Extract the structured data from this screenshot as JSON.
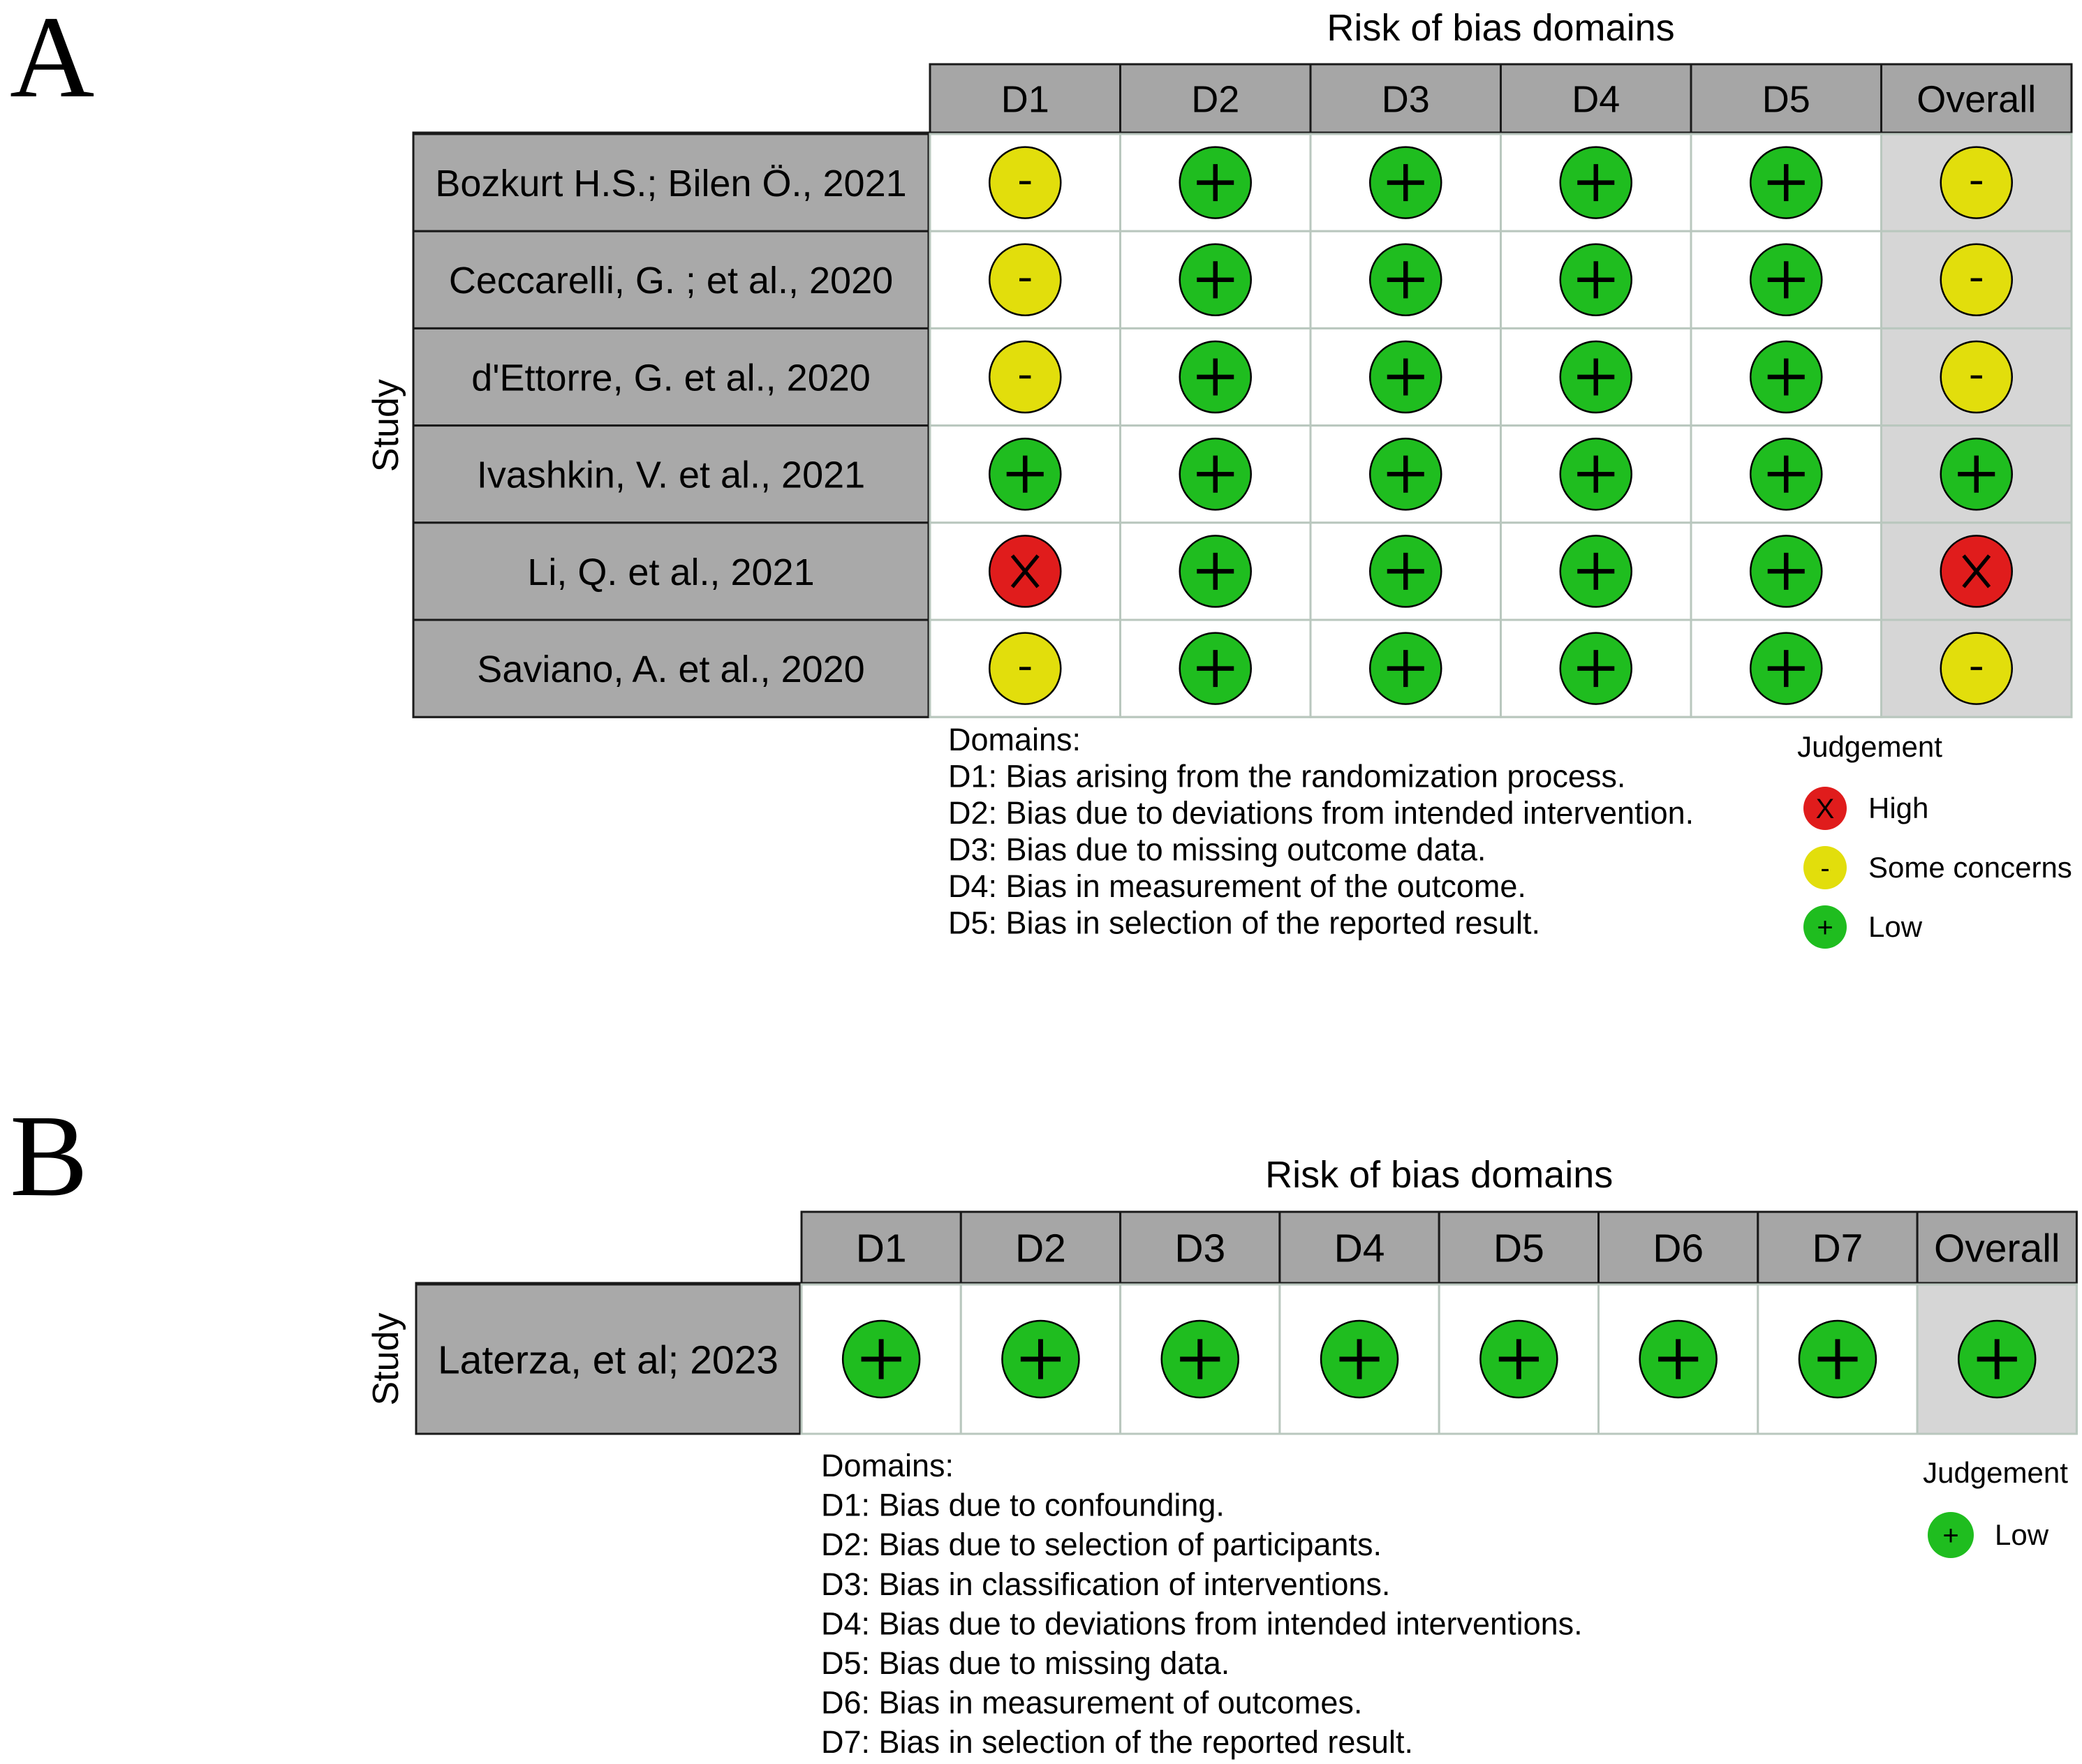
{
  "colors": {
    "header_fill": "#a6a6a6",
    "study_fill": "#a9a9a9",
    "cell_fill": "#ffffff",
    "overall_fill": "#d6d6d6",
    "grid_line": "#b9c7be",
    "low": "#1fbd1f",
    "some": "#e2de0c",
    "high": "#e01c1c"
  },
  "chart_data": [
    {
      "type": "table",
      "panel": "A",
      "title": "Risk of bias domains",
      "ylabel": "Study",
      "domains": [
        "D1",
        "D2",
        "D3",
        "D4",
        "D5",
        "Overall"
      ],
      "studies": [
        {
          "name": "Bozkurt H.S.; Bilen Ö., 2021",
          "judgements": [
            "some",
            "low",
            "low",
            "low",
            "low",
            "some"
          ]
        },
        {
          "name": "Ceccarelli, G. ; et al., 2020",
          "judgements": [
            "some",
            "low",
            "low",
            "low",
            "low",
            "some"
          ]
        },
        {
          "name": "d'Ettorre, G. et al., 2020",
          "judgements": [
            "some",
            "low",
            "low",
            "low",
            "low",
            "some"
          ]
        },
        {
          "name": "Ivashkin, V. et al., 2021",
          "judgements": [
            "low",
            "low",
            "low",
            "low",
            "low",
            "low"
          ]
        },
        {
          "name": "Li, Q. et al., 2021",
          "judgements": [
            "high",
            "low",
            "low",
            "low",
            "low",
            "high"
          ]
        },
        {
          "name": "Saviano, A. et al., 2020",
          "judgements": [
            "some",
            "low",
            "low",
            "low",
            "low",
            "some"
          ]
        }
      ],
      "domains_title": "Domains:",
      "domain_descriptions": [
        "D1: Bias arising from the randomization process.",
        "D2: Bias due to deviations from intended intervention.",
        "D3: Bias due to missing outcome data.",
        "D4: Bias in measurement of the outcome.",
        "D5: Bias in selection of the reported result."
      ],
      "legend_title": "Judgement",
      "legend": [
        {
          "key": "high",
          "symbol": "X",
          "label": "High"
        },
        {
          "key": "some",
          "symbol": "-",
          "label": "Some concerns"
        },
        {
          "key": "low",
          "symbol": "+",
          "label": "Low"
        }
      ]
    },
    {
      "type": "table",
      "panel": "B",
      "title": "Risk of bias domains",
      "ylabel": "Study",
      "domains": [
        "D1",
        "D2",
        "D3",
        "D4",
        "D5",
        "D6",
        "D7",
        "Overall"
      ],
      "studies": [
        {
          "name": "Laterza, et al; 2023",
          "judgements": [
            "low",
            "low",
            "low",
            "low",
            "low",
            "low",
            "low",
            "low"
          ]
        }
      ],
      "domains_title": "Domains:",
      "domain_descriptions": [
        "D1: Bias due to confounding.",
        "D2: Bias due to selection of participants.",
        "D3: Bias in classification of interventions.",
        "D4: Bias due to deviations from intended interventions.",
        "D5: Bias due to missing data.",
        "D6: Bias in measurement of outcomes.",
        "D7: Bias in selection of the reported result."
      ],
      "legend_title": "Judgement",
      "legend": [
        {
          "key": "low",
          "symbol": "+",
          "label": "Low"
        }
      ]
    }
  ]
}
